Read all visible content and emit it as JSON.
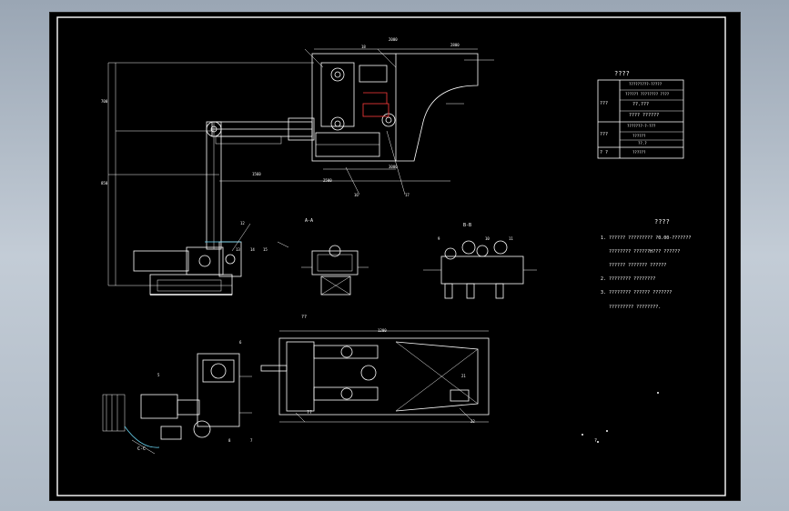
{
  "tech_table": {
    "title": "????",
    "rows": [
      {
        "group": "???",
        "text": "?????????-?????"
      },
      {
        "group": "",
        "text": "?????? ???????? ????"
      },
      {
        "group": "",
        "text": "??.???"
      },
      {
        "group": "",
        "text": "???? ??????"
      },
      {
        "group": "???",
        "text": "???????-?-???"
      },
      {
        "group": "",
        "text": "??????"
      },
      {
        "group": "",
        "text": "??.?"
      },
      {
        "group": "? ?",
        "text": "??????"
      }
    ]
  },
  "notes": {
    "title": "????",
    "lines": [
      "1. ?????? ????????? ?0.00-???????",
      "   ???????? ??????H??? ??????",
      "   ?????? ??????? ??????",
      "2. ???????? ????????",
      "3. ???????? ?????? ???????",
      "   ????????? ????????."
    ]
  },
  "section_labels": {
    "a": "A-A",
    "b": "B-B",
    "c": "C-C"
  },
  "part_numbers": [
    "16",
    "17",
    "18",
    "12",
    "13",
    "14",
    "15",
    "21",
    "22",
    "5",
    "6",
    "7",
    "8",
    "9",
    "10",
    "11"
  ],
  "dimension_labels": [
    "1560",
    "2000",
    "2500",
    "3000",
    "850",
    "700",
    "1200",
    "2800"
  ],
  "callouts": [
    "??",
    "??",
    "?"
  ],
  "colors": {
    "background": "#000000",
    "frame": "#ffffff",
    "accent_red": "#ff3b3b",
    "accent_green": "#6cf06c",
    "accent_cyan": "#6fe0ff",
    "accent_yellow": "#f0e060"
  }
}
